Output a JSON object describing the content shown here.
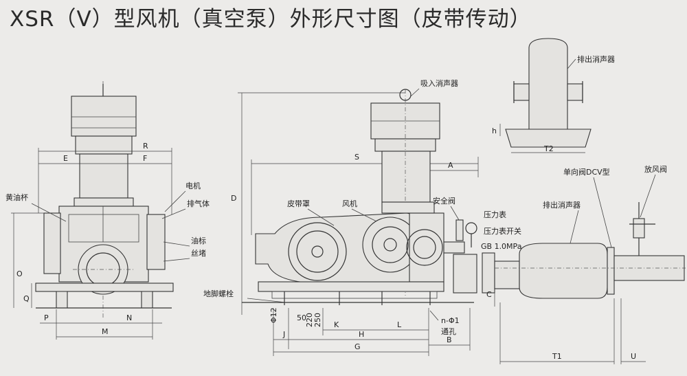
{
  "title": "XSR（V）型风机（真空泵）外形尺寸图（皮带传动）",
  "labels": {
    "oil_cup": "黄油杯",
    "motor": "电机",
    "exhaust_body": "排气体",
    "oil_mark": "油标",
    "plug": "丝堵",
    "intake_silencer": "吸入消声器",
    "exhaust_silencer_top": "排出消声器",
    "belt_cover": "皮带罩",
    "fan": "风机",
    "safety_valve": "安全阀",
    "pressure_gauge": "压力表",
    "gauge_switch": "压力表开关",
    "gb_thread": "GB 1.0MPa",
    "check_valve": "单向阀DCV型",
    "vent_valve": "放风阀",
    "exhaust_silencer": "排出消声器",
    "anchor_bolt": "地脚螺栓",
    "holes": "n-Φ1",
    "through_hole": "通孔"
  },
  "dims": {
    "R": "R",
    "E": "E",
    "F": "F",
    "O": "O",
    "Q": "Q",
    "P": "P",
    "N": "N",
    "M": "M",
    "S": "S",
    "A": "A",
    "D": "D",
    "C": "C",
    "J": "J",
    "K": "K",
    "L": "L",
    "H": "H",
    "G": "G",
    "B": "B",
    "T1": "T1",
    "U": "U",
    "T2": "T2",
    "h": "h",
    "phi12": "Φ12",
    "d50": "50",
    "d220": "220",
    "d250": "250"
  }
}
